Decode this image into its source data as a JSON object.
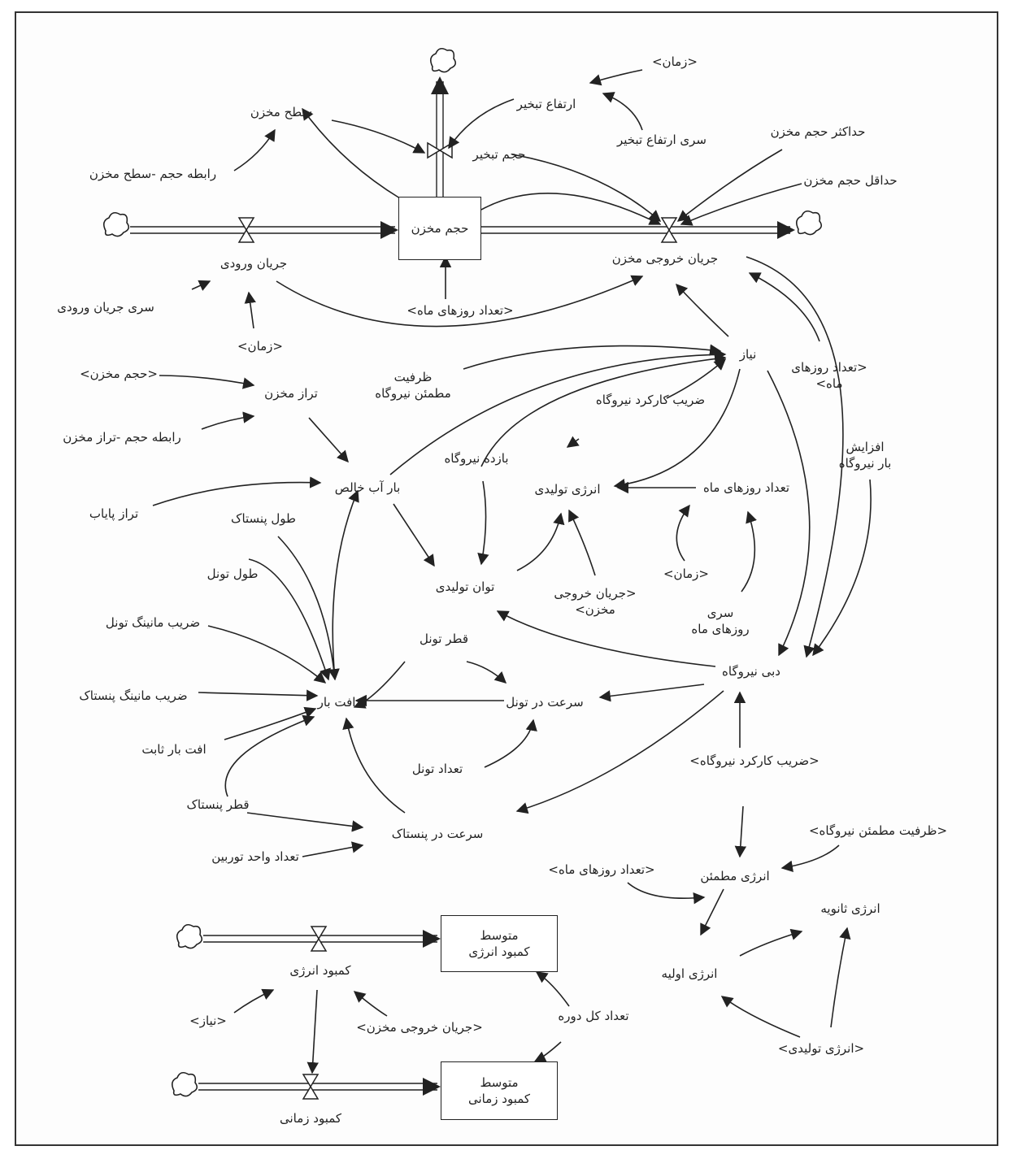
{
  "stocks": {
    "reservoir_volume": "حجم مخزن",
    "avg_energy_deficit": "متوسط\nکمبود انرژی",
    "avg_time_deficit": "متوسط\nکمبود زمانی"
  },
  "flows": {
    "inflow": "جریان ورودی",
    "outflow": "جریان خروجی مخزن",
    "energy_deficit": "کمبود انرژی",
    "time_deficit": "کمبود زمانی"
  },
  "variables": {
    "time_top": "<زمان>",
    "evap_height": "ارتفاع تبخیر",
    "evap_height_series": "سری ارتفاع تبخیر",
    "reservoir_level": "سطح مخزن",
    "volume_level_relation": "رابطه حجم -سطح مخزن",
    "evap_volume": "حجم تبخیر",
    "max_volume": "حداکثر حجم مخزن",
    "min_volume": "حداقل حجم مخزن",
    "inflow_series": "سری جریان ورودی",
    "days_month_shadow": "<تعداد روزهای ماه>",
    "time_mid": "<زمان>",
    "volume_shadow": "<حجم مخزن>",
    "reservoir_elev": "تراز مخزن",
    "volume_elev_relation": "رابطه حجم -تراز مخزن",
    "firm_capacity": "ظرفیت\nمطمئن نیروگاه",
    "demand": "نیاز",
    "days_month_shadow_right": "<تعداد روزهای\nماه>",
    "plant_factor": "ضریب کارکرد نیروگاه",
    "plant_efficiency": "بازده نیروگاه",
    "energy_produced": "انرژی تولیدی",
    "days_of_month": "تعداد روزهای ماه",
    "plant_load_increase": "افزایش\nبار نیروگاه",
    "net_head": "بار آب خالص",
    "tailwater": "تراز پایاب",
    "penstock_length": "طول پنستاک",
    "tunnel_length": "طول تونل",
    "power_output": "توان تولیدی",
    "outflow_shadow": "<جریان خروجی\nمخزن>",
    "time_low": "<زمان>",
    "days_series": "سری\nروزهای ماه",
    "tunnel_manning": "ضریب مانینگ تونل",
    "tunnel_diameter": "قطر تونل",
    "plant_discharge": "دبی نیروگاه",
    "penstock_manning": "ضریب مانینگ پنستاک",
    "head_loss": "افت بار",
    "tunnel_velocity": "سرعت در تونل",
    "fixed_loss": "افت بار ثابت",
    "tunnel_count": "تعداد تونل",
    "plant_factor_shadow": "<ضریب کارکرد نیروگاه>",
    "penstock_diameter": "قطر پنستاک",
    "penstock_velocity": "سرعت در پنستاک",
    "turbine_units": "تعداد واحد توربین",
    "firm_capacity_shadow": "<ظرفیت مطمئن نیروگاه>",
    "days_month_shadow_low": "<تعداد روزهای ماه>",
    "firm_energy": "انرژی مطمئن",
    "secondary_energy": "انرژی ثانویه",
    "primary_energy": "انرژی اولیه",
    "demand_shadow": "<نیاز>",
    "outflow_shadow_low": "<جریان خروجی مخزن>",
    "total_periods": "تعداد کل دوره",
    "energy_produced_shadow": "<انرژی تولیدی>"
  }
}
